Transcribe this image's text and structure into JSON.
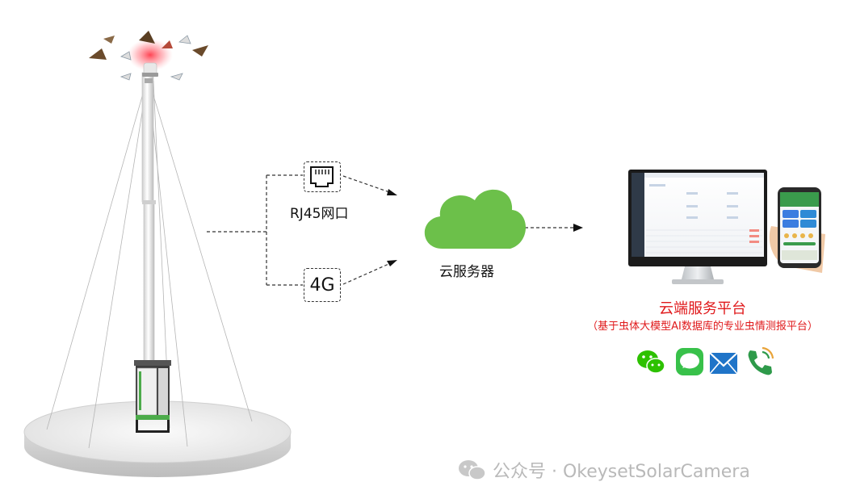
{
  "connections": {
    "rj45_label": "RJ45网口",
    "cellular_label": "4G"
  },
  "cloud": {
    "label": "云服务器",
    "color": "#6cc04a"
  },
  "platform": {
    "title": "云端服务平台",
    "subtitle": "（基于虫体大模型AI数据库的专业虫情测报平台）",
    "title_color": "#e0191b"
  },
  "notify_icons": [
    "wechat-icon",
    "sms-icon",
    "mail-icon",
    "phone-icon"
  ],
  "watermark": {
    "text": "公众号 · OkeysetSolarCamera"
  }
}
